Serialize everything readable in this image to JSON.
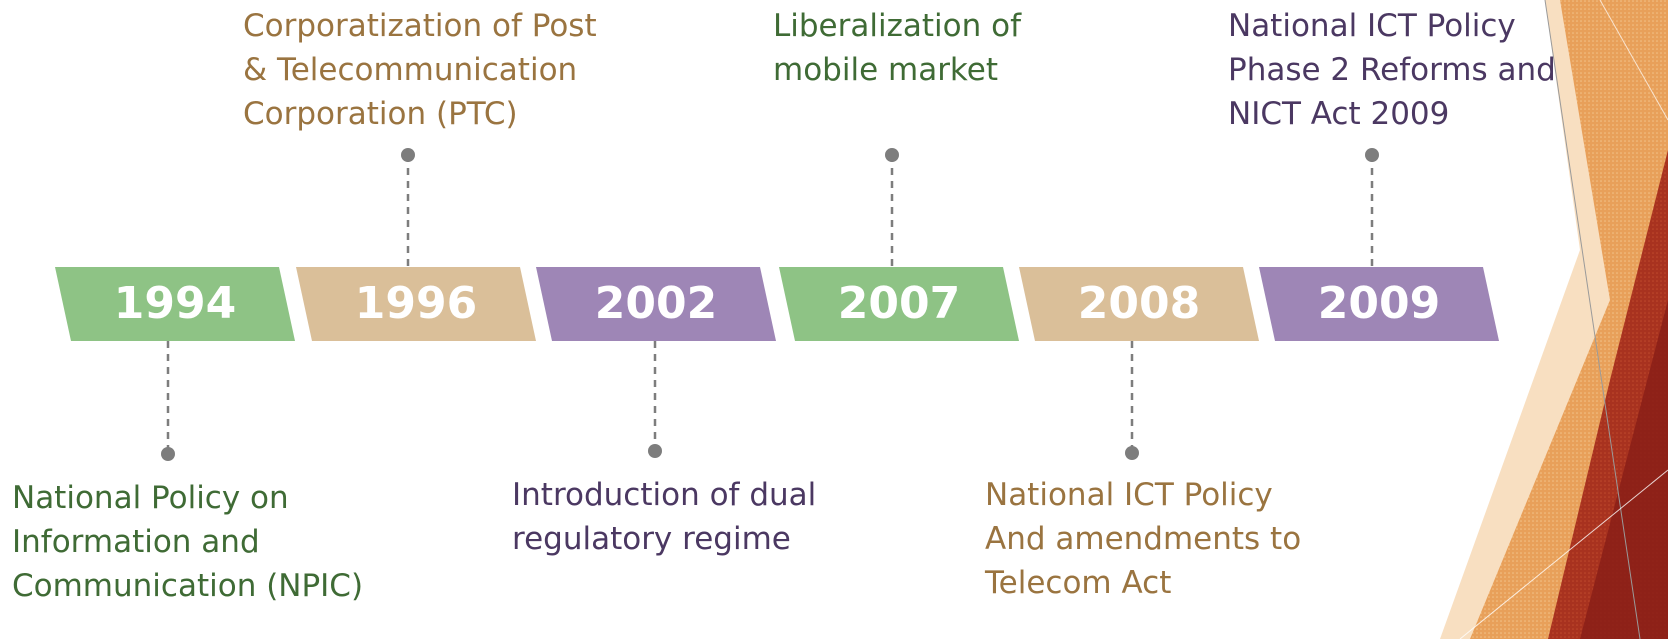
{
  "colors": {
    "green": "#8ec385",
    "tan": "#dabf99",
    "purple": "#9e86b6",
    "text_tan": "#9a7440",
    "text_green": "#3f6b35",
    "text_purple": "#4b3862",
    "connector": "#7d7d7d",
    "accent_red": "#9b2a1e",
    "accent_orange": "#e0883b",
    "accent_light": "#f6d3a8"
  },
  "timeline": {
    "years": [
      {
        "label": "1994",
        "color": "green"
      },
      {
        "label": "1996",
        "color": "tan"
      },
      {
        "label": "2002",
        "color": "purple"
      },
      {
        "label": "2007",
        "color": "green"
      },
      {
        "label": "2008",
        "color": "tan"
      },
      {
        "label": "2009",
        "color": "purple"
      }
    ]
  },
  "events": {
    "e1994": {
      "lines": [
        "National Policy on",
        "Information and",
        "Communication (NPIC)"
      ],
      "color": "text_green",
      "position": "below"
    },
    "e1996": {
      "lines": [
        "Corporatization of Post",
        "& Telecommunication",
        "Corporation (PTC)"
      ],
      "color": "text_tan",
      "position": "above"
    },
    "e2002": {
      "lines": [
        "Introduction of dual",
        "regulatory regime"
      ],
      "color": "text_purple",
      "position": "below"
    },
    "e2007": {
      "lines": [
        "Liberalization of",
        "mobile market"
      ],
      "color": "text_green",
      "position": "above"
    },
    "e2008": {
      "lines": [
        "National ICT Policy",
        "And amendments to",
        "Telecom Act"
      ],
      "color": "text_tan",
      "position": "below"
    },
    "e2009": {
      "lines": [
        "National ICT Policy",
        "Phase 2 Reforms  and",
        "NICT Act 2009"
      ],
      "color": "text_purple",
      "position": "above"
    }
  }
}
